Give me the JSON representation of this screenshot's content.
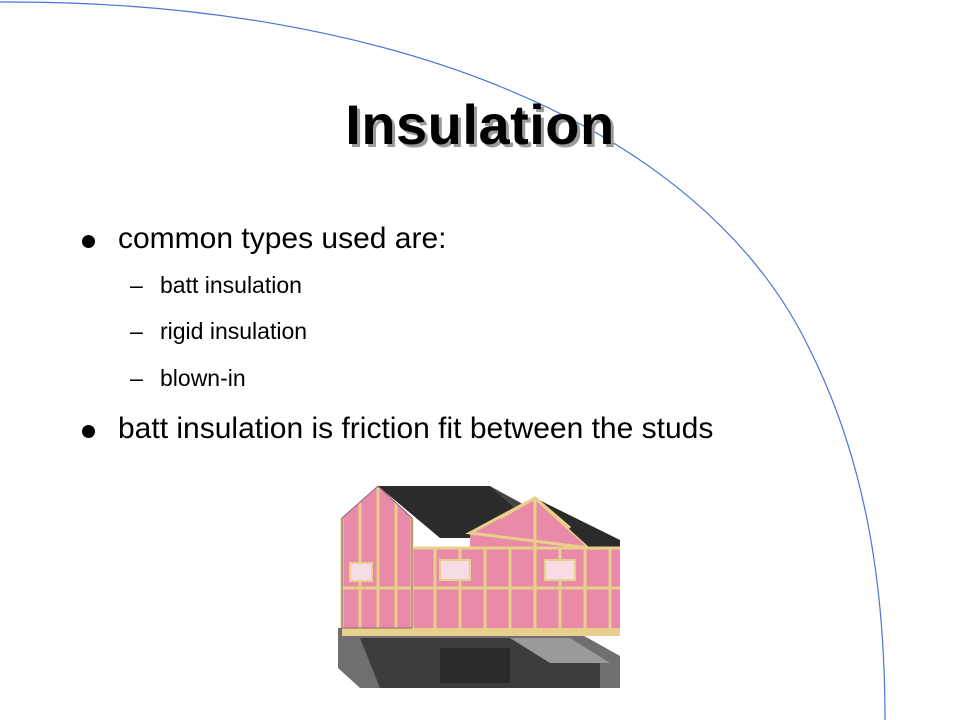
{
  "slide": {
    "title": "Insulation",
    "bullets": [
      {
        "text": "common types used are:",
        "subitems": [
          {
            "dash": "–",
            "text": "batt insulation"
          },
          {
            "dash": "–",
            "text": "rigid insulation"
          },
          {
            "dash": "–",
            "text": "blown-in"
          }
        ]
      },
      {
        "text": "batt insulation is friction fit between the studs",
        "subitems": []
      }
    ]
  },
  "colors": {
    "arc": "#4a74d6",
    "insulation_pink": "#e88aa8",
    "framing": "#e9cf8c",
    "roof": "#2b2b2b"
  },
  "image": {
    "icon": "house-cutaway-insulation-illustration"
  }
}
